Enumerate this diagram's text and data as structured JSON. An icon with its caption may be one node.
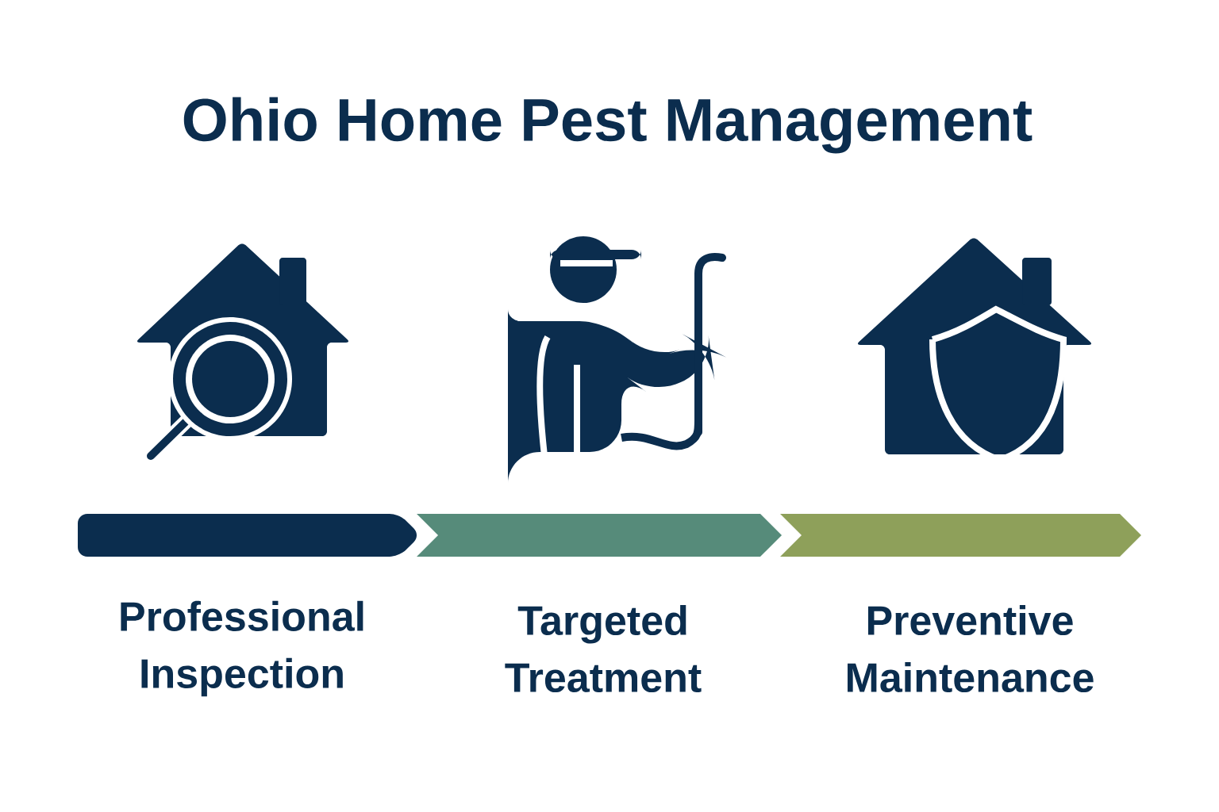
{
  "diagram": {
    "title": "Ohio Home Pest Management",
    "nodes": [
      {
        "text": [
          "Professional Inspection"
        ]
      },
      {
        "text": [
          "Targeted Treatment"
        ]
      },
      {
        "text": [
          "Preventive Maintenance"
        ]
      }
    ]
  }
}
